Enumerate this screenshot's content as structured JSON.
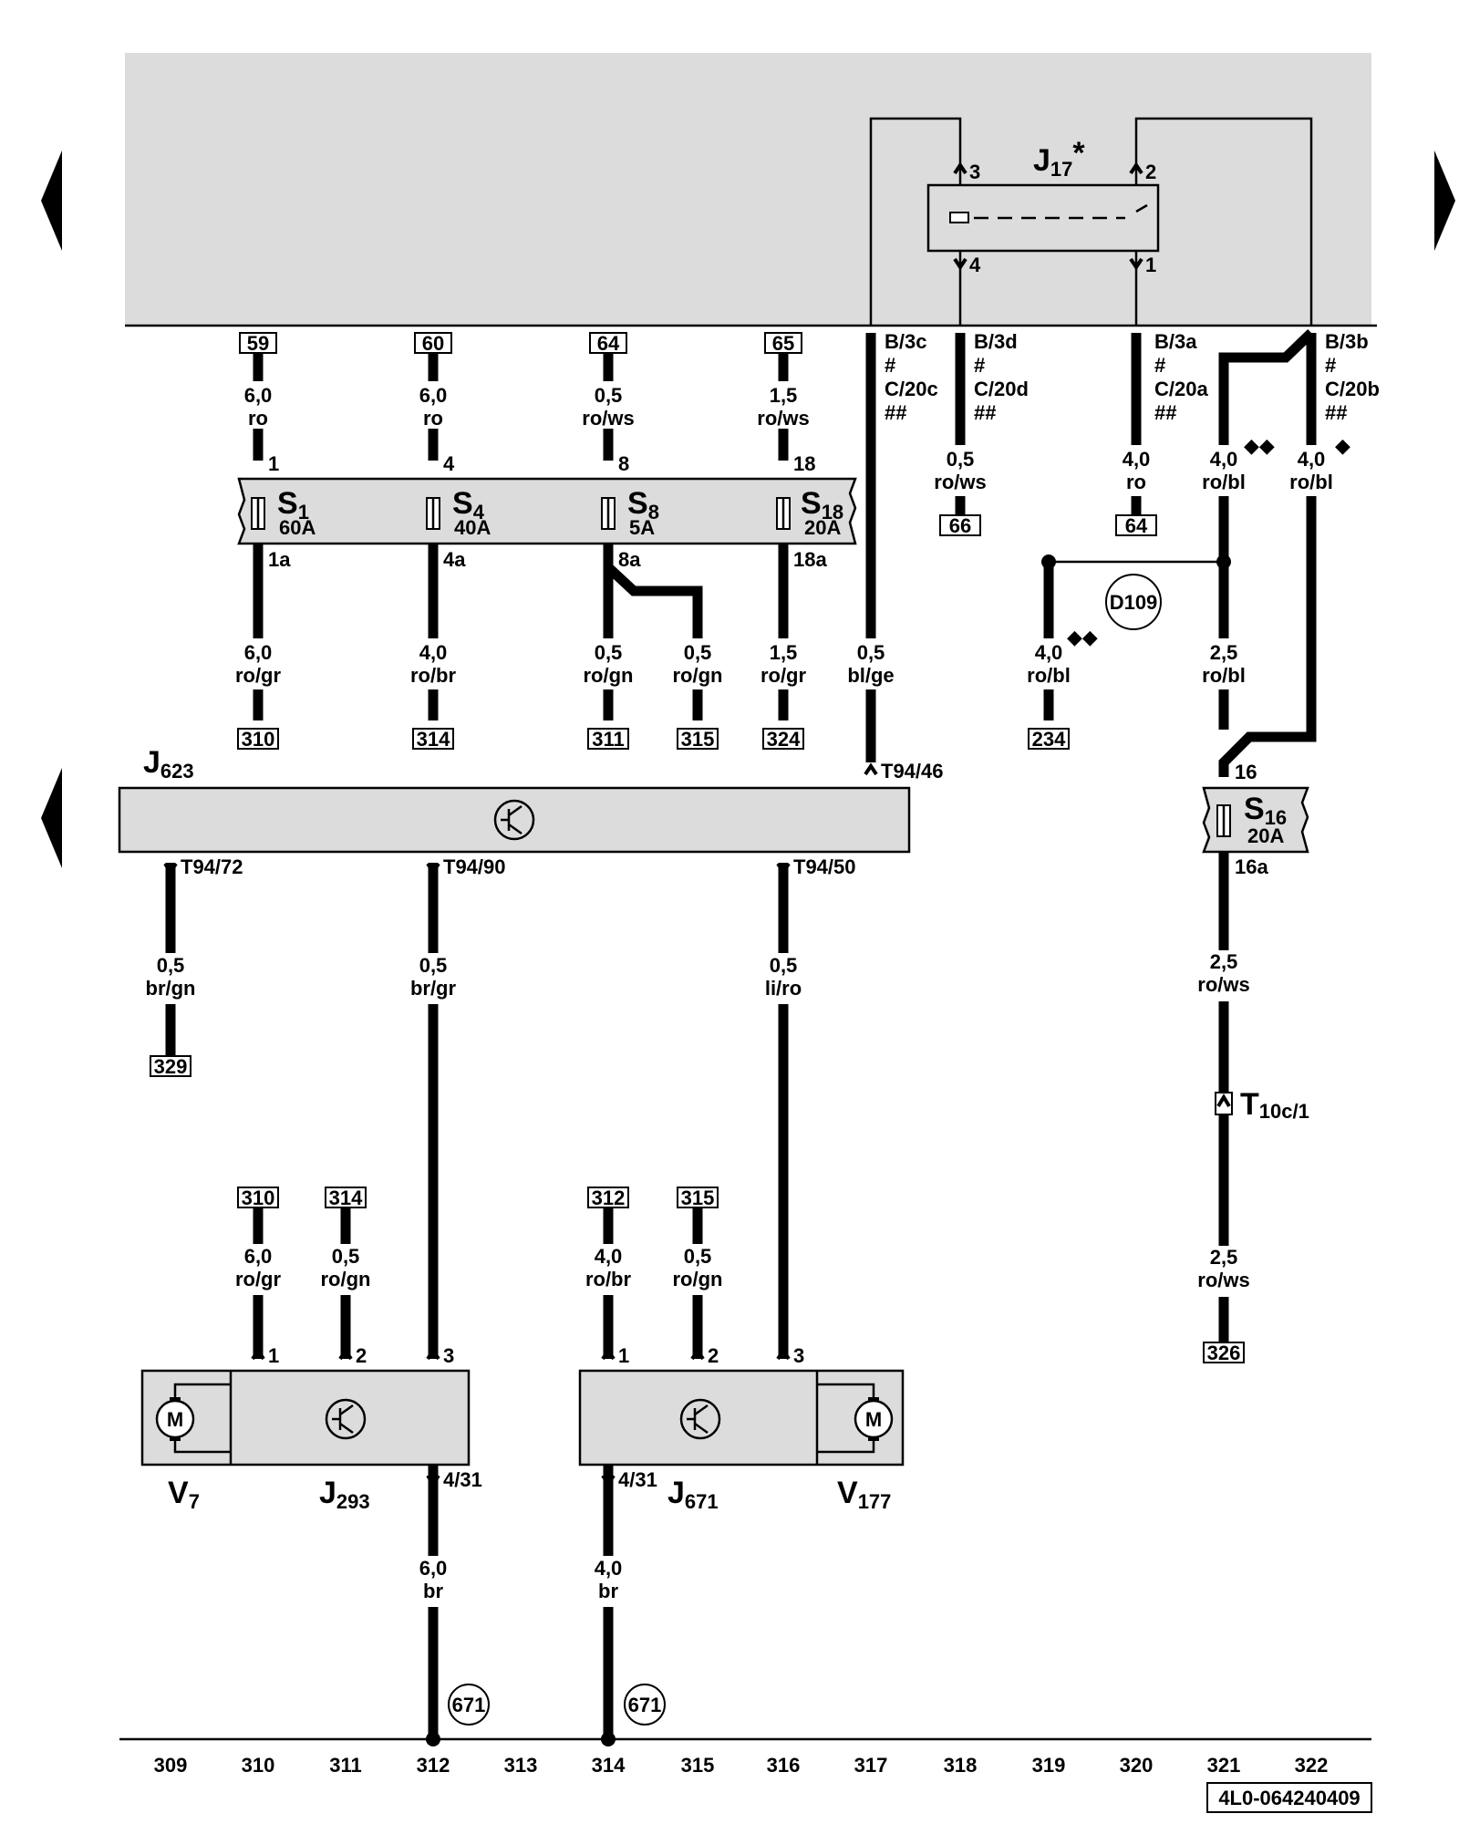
{
  "relay_panel": {
    "relay_symbol": "J",
    "relay_sub": "17",
    "relay_note": "*",
    "pins": {
      "p3": "3",
      "p2": "2",
      "p4": "4",
      "p1": "1"
    }
  },
  "fuse_refs_top": [
    "59",
    "60",
    "64",
    "65"
  ],
  "fuse_wires_top": [
    {
      "size": "6,0",
      "color": "ro"
    },
    {
      "size": "6,0",
      "color": "ro"
    },
    {
      "size": "0,5",
      "color": "ro/ws"
    },
    {
      "size": "1,5",
      "color": "ro/ws"
    }
  ],
  "fuse_pins_in": [
    "1",
    "4",
    "8",
    "18"
  ],
  "fuse_pins_out": [
    "1a",
    "4a",
    "8a",
    "18a"
  ],
  "fuses": [
    {
      "symbol": "S",
      "sub": "1",
      "rating": "60A"
    },
    {
      "symbol": "S",
      "sub": "4",
      "rating": "40A"
    },
    {
      "symbol": "S",
      "sub": "8",
      "rating": "5A"
    },
    {
      "symbol": "S",
      "sub": "18",
      "rating": "20A"
    }
  ],
  "fuse_wires_bottom": [
    {
      "size": "6,0",
      "color": "ro/gr",
      "ref": "310"
    },
    {
      "size": "4,0",
      "color": "ro/br",
      "ref": "314"
    },
    {
      "size": "0,5",
      "color": "ro/gn",
      "ref": "311"
    },
    {
      "size": "0,5",
      "color": "ro/gn",
      "ref": "315"
    },
    {
      "size": "1,5",
      "color": "ro/gr",
      "ref": "324"
    }
  ],
  "connectors_top": [
    {
      "line1": "B/3c",
      "line2": "#",
      "line3": "C/20c",
      "line4": "##"
    },
    {
      "line1": "B/3d",
      "line2": "#",
      "line3": "C/20d",
      "line4": "##"
    },
    {
      "line1": "B/3a",
      "line2": "#",
      "line3": "C/20a",
      "line4": "##"
    },
    {
      "line1": "B/3b",
      "line2": "#",
      "line3": "C/20b",
      "line4": "##"
    }
  ],
  "relay_wires": [
    {
      "size": "0,5",
      "color": "ro/ws",
      "ref": "66"
    },
    {
      "size": "4,0",
      "color": "ro",
      "ref": "64"
    },
    {
      "size": "4,0",
      "color": "ro/bl",
      "marker": "◆◆"
    },
    {
      "size": "4,0",
      "color": "ro/bl",
      "marker": "◆"
    }
  ],
  "wire_blge": {
    "size": "0,5",
    "color": "bl/ge",
    "pin": "T94/46"
  },
  "branch_234": {
    "size": "4,0",
    "color": "ro/bl",
    "marker": "◆◆",
    "ref": "234"
  },
  "d109": "D109",
  "wire_321_mid": {
    "size": "2,5",
    "color": "ro/bl"
  },
  "fuse16": {
    "symbol": "S",
    "sub": "16",
    "rating": "20A",
    "pin_in": "16",
    "pin_out": "16a"
  },
  "wire_321_low": {
    "size": "2,5",
    "color": "ro/ws"
  },
  "t10c": {
    "symbol": "T",
    "sub": "10c/1"
  },
  "wire_321_end": {
    "size": "2,5",
    "color": "ro/ws",
    "ref": "326"
  },
  "ecu": {
    "symbol": "J",
    "sub": "623"
  },
  "ecu_outputs": [
    {
      "pin": "T94/72",
      "size": "0,5",
      "color": "br/gn",
      "ref": "329"
    },
    {
      "pin": "T94/90",
      "size": "0,5",
      "color": "br/gr"
    },
    {
      "pin": "T94/50",
      "size": "0,5",
      "color": "li/ro"
    }
  ],
  "fan_inputs": [
    {
      "ref": "310",
      "size": "6,0",
      "color": "ro/gr",
      "pin": "1"
    },
    {
      "ref": "314",
      "size": "0,5",
      "color": "ro/gn",
      "pin": "2"
    },
    {
      "ref": "312",
      "size": "4,0",
      "color": "ro/br",
      "pin": "1"
    },
    {
      "ref": "315",
      "size": "0,5",
      "color": "ro/gn",
      "pin": "2"
    }
  ],
  "fan_pin3": "3",
  "fan_left": {
    "motor_symbol": "V",
    "motor_sub": "7",
    "ctrl_symbol": "J",
    "ctrl_sub": "293",
    "motor_letter": "M"
  },
  "fan_right": {
    "motor_symbol": "V",
    "motor_sub": "177",
    "ctrl_symbol": "J",
    "ctrl_sub": "671",
    "motor_letter": "M"
  },
  "ground_wires": [
    {
      "pin": "4/31",
      "size": "6,0",
      "color": "br",
      "ref": "671"
    },
    {
      "pin": "4/31",
      "size": "4,0",
      "color": "br",
      "ref": "671"
    }
  ],
  "columns": [
    "309",
    "310",
    "311",
    "312",
    "313",
    "314",
    "315",
    "316",
    "317",
    "318",
    "319",
    "320",
    "321",
    "322"
  ],
  "doc_id": "4L0-064240409"
}
